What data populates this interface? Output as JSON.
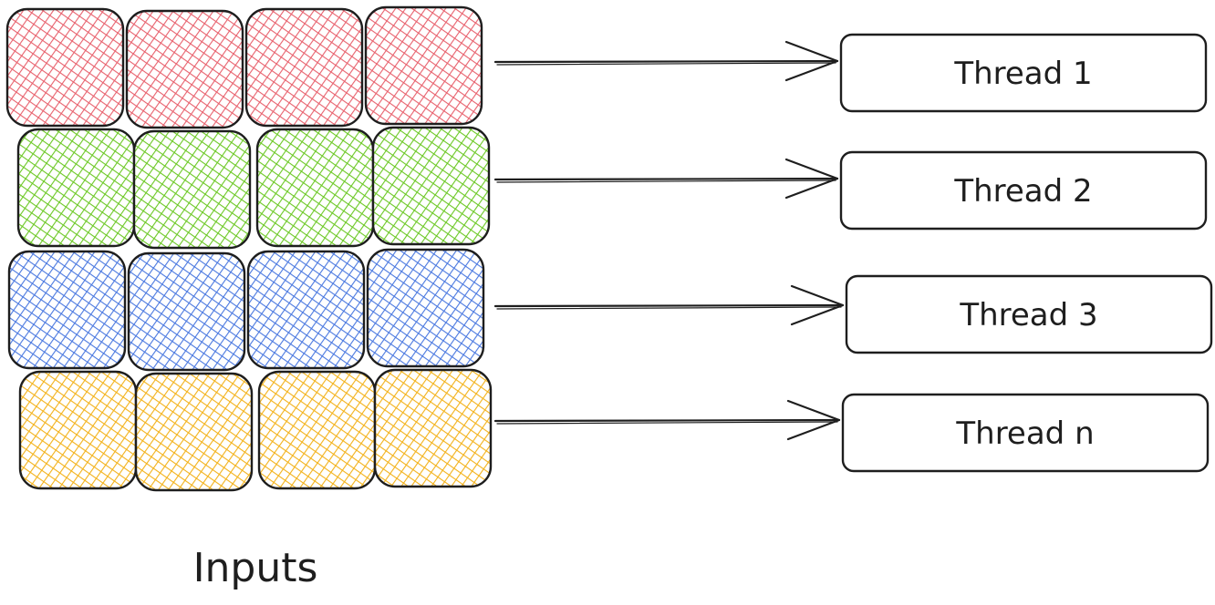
{
  "inputs_label": "Inputs",
  "rows": [
    {
      "color": "#e8616d",
      "thread_label": "Thread 1"
    },
    {
      "color": "#6cc824",
      "thread_label": "Thread 2"
    },
    {
      "color": "#4a78e0",
      "thread_label": "Thread 3"
    },
    {
      "color": "#f3b21a",
      "thread_label": "Thread n"
    }
  ],
  "cells_per_row": 4,
  "stroke_color": "#1e1e1e"
}
